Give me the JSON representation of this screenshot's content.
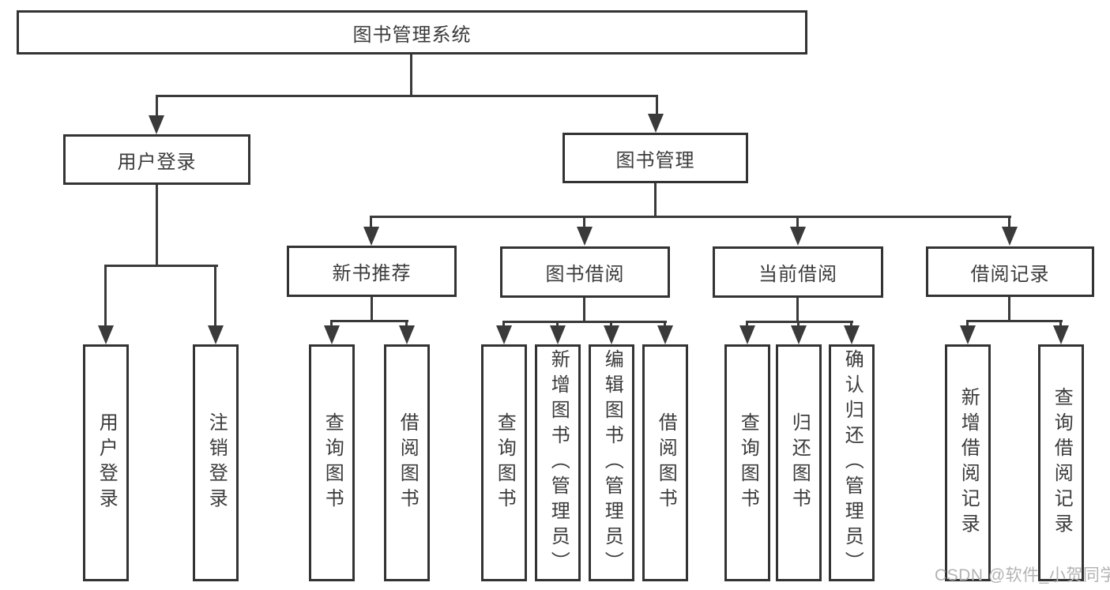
{
  "diagram_type": "tree",
  "colors": {
    "line": "#3a3a3a",
    "box_border": "#333333",
    "text": "#3b3b3b",
    "watermark": "#b3b3b3",
    "background": "#ffffff"
  },
  "tree": {
    "root": {
      "label": "图书管理系统"
    },
    "branches": [
      {
        "label": "用户登录",
        "children": [
          {
            "label": "用户登录"
          },
          {
            "label": "注销登录"
          }
        ]
      },
      {
        "label": "图书管理",
        "children": [
          {
            "label": "新书推荐",
            "children": [
              {
                "label": "查询图书"
              },
              {
                "label": "借阅图书"
              }
            ]
          },
          {
            "label": "图书借阅",
            "children": [
              {
                "label": "查询图书"
              },
              {
                "label": "新增图书（管理员）"
              },
              {
                "label": "编辑图书（管理员）"
              },
              {
                "label": "借阅图书"
              }
            ]
          },
          {
            "label": "当前借阅",
            "children": [
              {
                "label": "查询图书"
              },
              {
                "label": "归还图书"
              },
              {
                "label": "确认归还（管理员）"
              }
            ]
          },
          {
            "label": "借阅记录",
            "children": [
              {
                "label": "新增借阅记录"
              },
              {
                "label": "查询借阅记录"
              }
            ]
          }
        ]
      }
    ]
  },
  "watermark": "CSDN @软件_小贺同学"
}
